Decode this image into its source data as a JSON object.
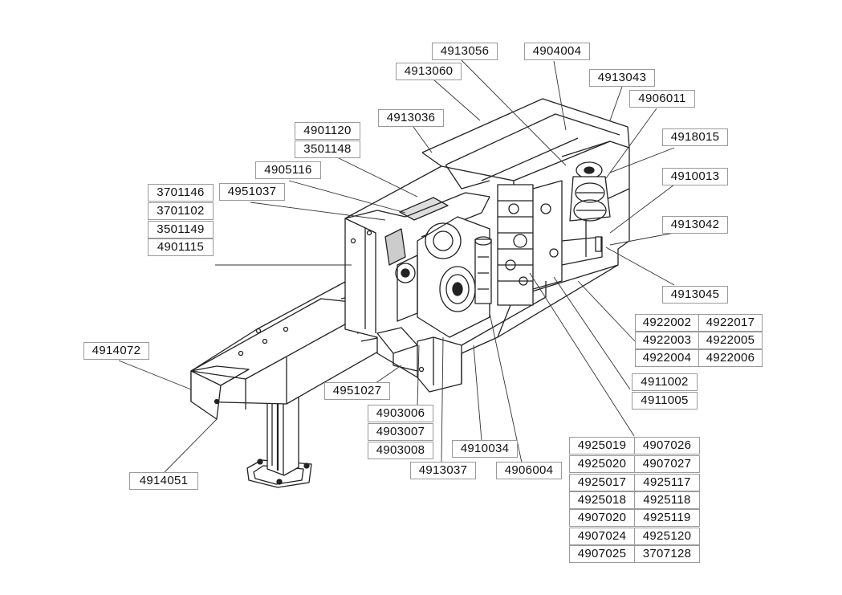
{
  "labels": {
    "p4913056": "4913056",
    "p4904004": "4904004",
    "p4913060": "4913060",
    "p4913043": "4913043",
    "p4906011": "4906011",
    "p4913036": "4913036",
    "p4918015": "4918015",
    "p4901120": "4901120",
    "p3501148": "3501148",
    "p4905116": "4905116",
    "p4910013": "4910013",
    "p3701146": "3701146",
    "p4951037": "4951037",
    "p3701102": "3701102",
    "p3501149": "3501149",
    "p4901115": "4901115",
    "p4913042": "4913042",
    "p4913045": "4913045",
    "p4922002": "4922002",
    "p4922017": "4922017",
    "p4922003": "4922003",
    "p4922005": "4922005",
    "p4922004": "4922004",
    "p4922006": "4922006",
    "p4914072": "4914072",
    "p4911002": "4911002",
    "p4911005": "4911005",
    "p4951027": "4951027",
    "p4903006": "4903006",
    "p4903007": "4903007",
    "p4903008": "4903008",
    "p4910034": "4910034",
    "p4913037": "4913037",
    "p4906004": "4906004",
    "p4925019": "4925019",
    "p4907026": "4907026",
    "p4925020": "4925020",
    "p4907027": "4907027",
    "p4925017": "4925017",
    "p4925117": "4925117",
    "p4925018": "4925018",
    "p4925118": "4925118",
    "p4907020": "4907020",
    "p4925119": "4925119",
    "p4907024": "4907024",
    "p4925120": "4925120",
    "p4907025": "4907025",
    "p3707128": "3707128",
    "p4914051": "4914051"
  }
}
